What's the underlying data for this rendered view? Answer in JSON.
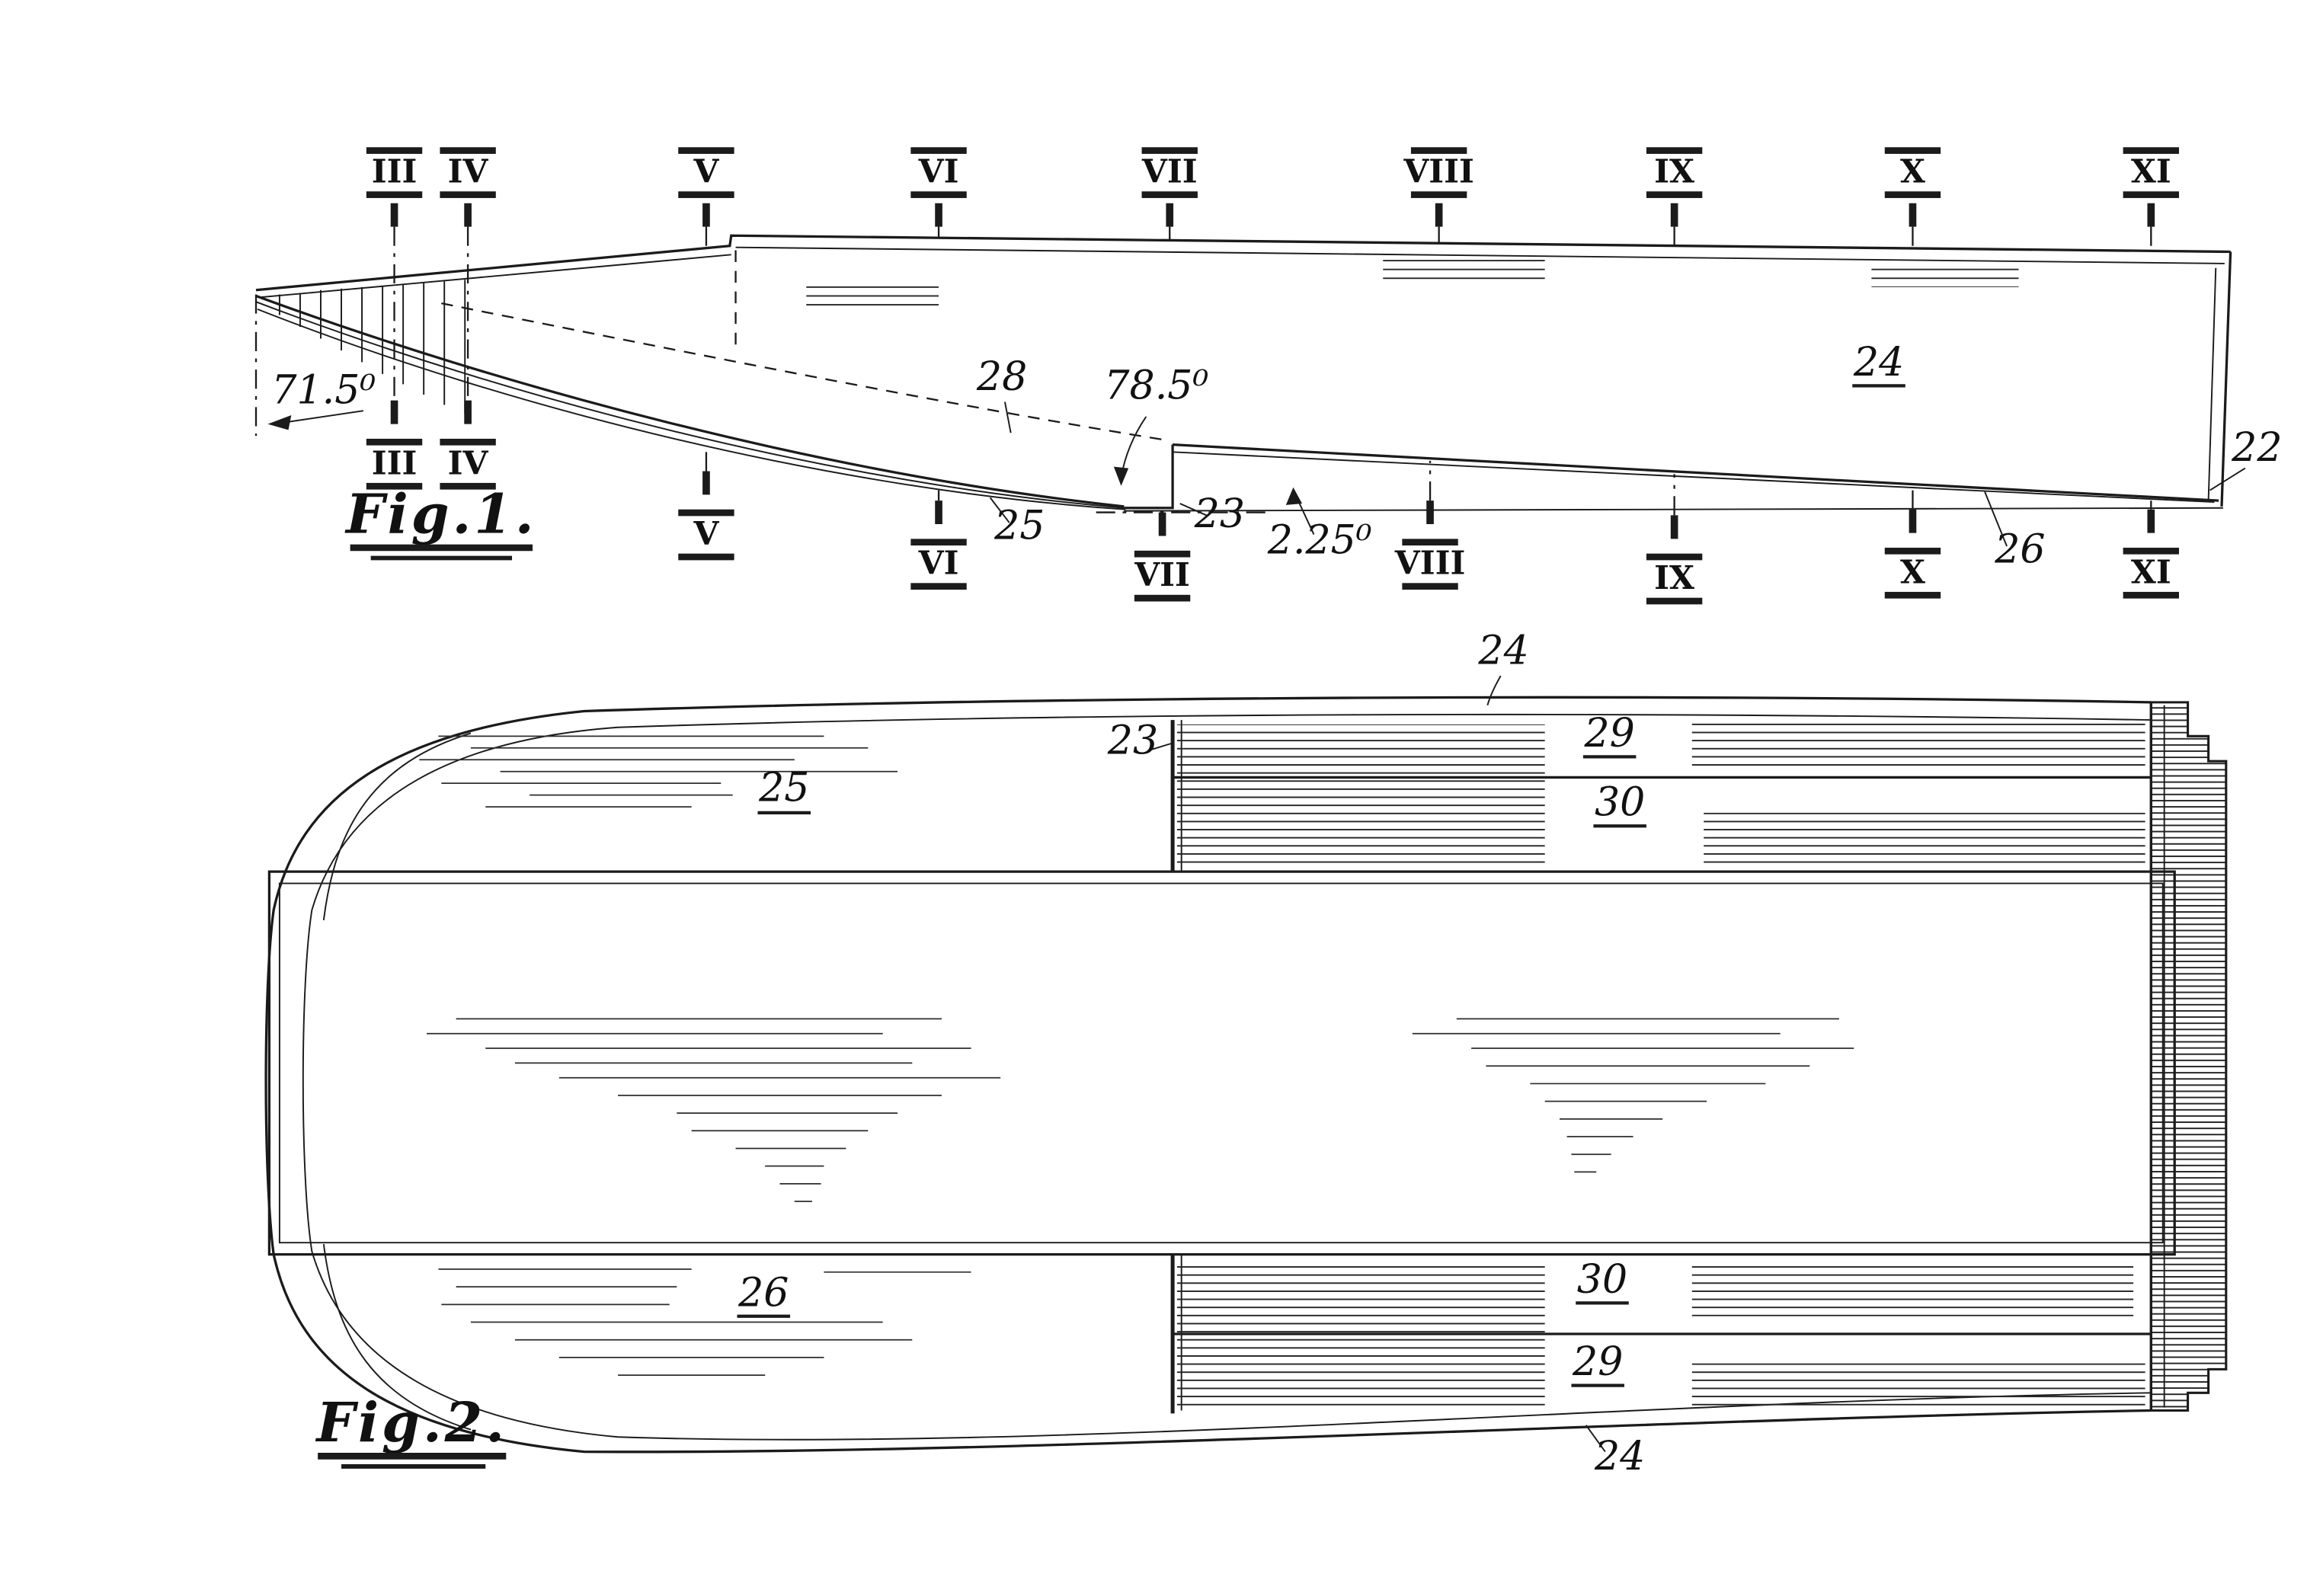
{
  "figure1": {
    "caption": "Fig.1.",
    "section_markers": [
      "III",
      "IV",
      "V",
      "VI",
      "VII",
      "VIII",
      "IX",
      "X",
      "XI"
    ],
    "labels": {
      "bow_angle": "71.5⁰",
      "chine_line": "28",
      "step_angle": "78.5⁰",
      "step": "23",
      "forebody_bottom": "25",
      "afterbody_angle": "2.25⁰",
      "hull_side": "24",
      "transom": "22",
      "afterbody_bottom": "26"
    }
  },
  "figure2": {
    "caption": "Fig.2.",
    "labels": {
      "deck_edge_top": "24",
      "step": "23",
      "forebody_port": "25",
      "plank_outer_top": "29",
      "plank_inner_top": "30",
      "forebody_starboard": "26",
      "plank_inner_bottom": "30",
      "plank_outer_bottom": "29",
      "deck_edge_bottom": "24"
    }
  }
}
